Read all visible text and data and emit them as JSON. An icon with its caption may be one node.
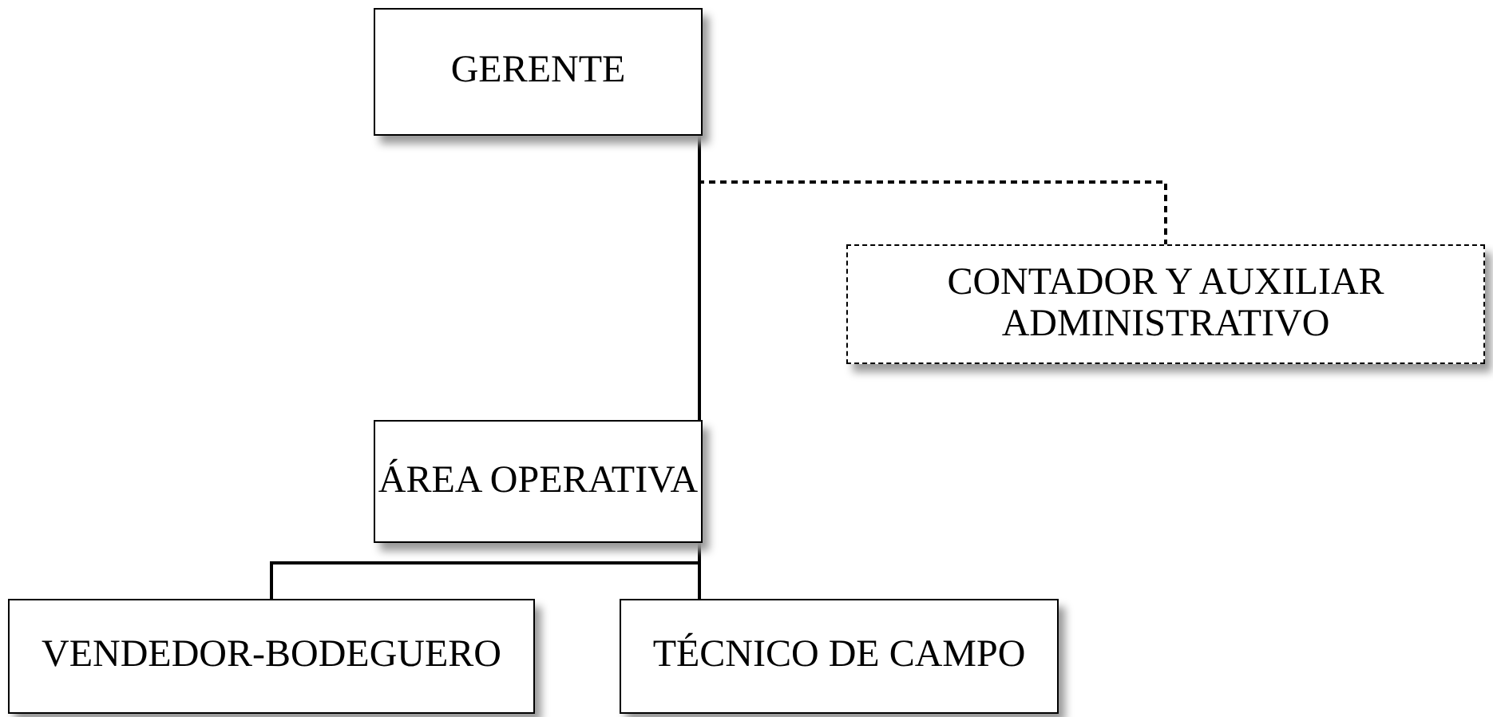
{
  "diagram": {
    "nodes": [
      {
        "text": [
          "GERENTE"
        ]
      },
      {
        "text": [
          "CONTADOR Y AUXILIAR ADMINISTRATIVO"
        ]
      },
      {
        "text": [
          "ÁREA OPERATIVA"
        ]
      },
      {
        "text": [
          "VENDEDOR-BODEGUERO"
        ]
      },
      {
        "text": [
          "TÉCNICO DE CAMPO"
        ]
      }
    ],
    "edges": [
      {
        "from": 0,
        "to": 2,
        "arrow": "none"
      },
      {
        "from": 0,
        "to": 1,
        "arrow": "none",
        "style": "dashed"
      },
      {
        "from": 2,
        "to": 3,
        "arrow": "none"
      },
      {
        "from": 2,
        "to": 4,
        "arrow": "none"
      }
    ]
  }
}
